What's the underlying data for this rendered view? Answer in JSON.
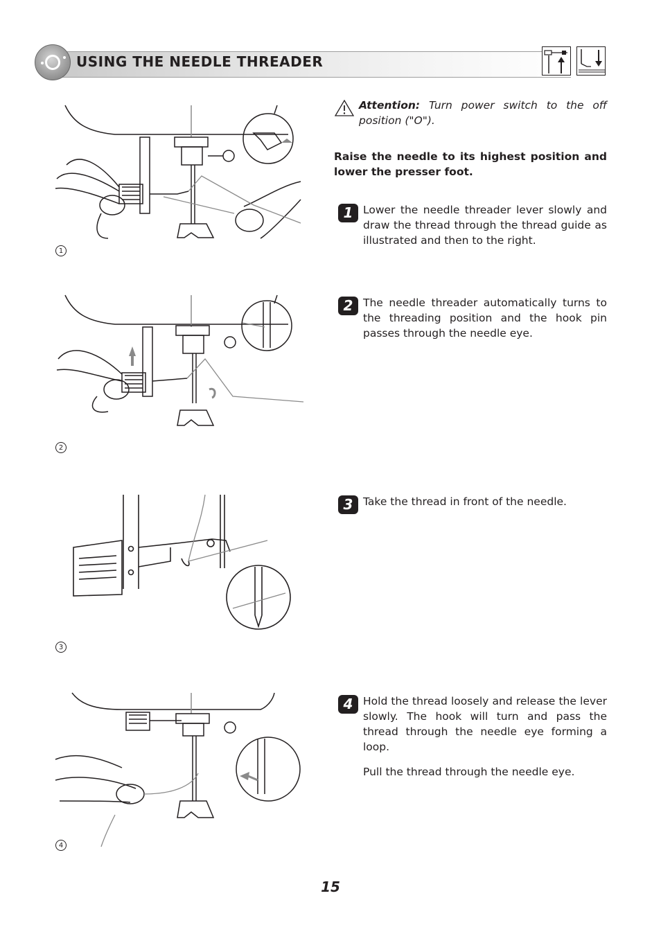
{
  "header": {
    "title": "USING THE NEEDLE THREADER",
    "icons": [
      "needle-position-icon",
      "presser-foot-icon"
    ]
  },
  "attention": {
    "label": "Attention:",
    "text": "Turn power switch to the off position (\"O\")."
  },
  "intro": "Raise the needle to its highest position and lower the presser foot.",
  "figures": [
    {
      "label": "1"
    },
    {
      "label": "2"
    },
    {
      "label": "3"
    },
    {
      "label": "4"
    }
  ],
  "steps": [
    {
      "number": "1",
      "text": "Lower the needle threader lever slowly and draw the thread through the thread guide as illustrated and then to the right."
    },
    {
      "number": "2",
      "text": "The needle threader automatically turns to the threading position and the hook pin passes through the needle eye."
    },
    {
      "number": "3",
      "text": "Take the thread in front of the needle."
    },
    {
      "number": "4",
      "text": "Hold the thread loosely and release the lever slowly. The hook will turn and pass the thread through the needle eye forming a loop."
    }
  ],
  "step4_extra": "Pull the thread through the needle eye.",
  "page_number": "15",
  "colors": {
    "ink": "#231f20",
    "banner_gray": "#c9c9c9",
    "thread_gray": "#8a8a8a"
  }
}
